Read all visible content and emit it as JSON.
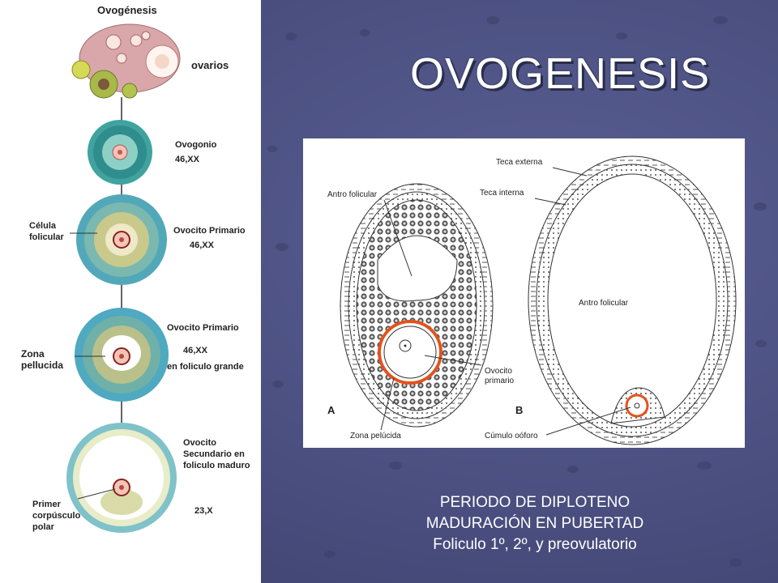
{
  "slide": {
    "title": "OVOGENESIS",
    "caption": [
      "PERIODO DE DIPLOTENO",
      "MADURACIÓN EN PUBERTAD",
      "Foliculo 1º, 2º, y preovulatorio"
    ]
  },
  "left_diagram": {
    "heading": "Ovogénesis",
    "ovary_label": "ovarios",
    "stage1": {
      "name": "Ovogonio",
      "karyotype": "46,XX"
    },
    "stage2": {
      "side": "Célula\nfolicular",
      "name": "Ovocito Primario",
      "karyotype": "46,XX"
    },
    "stage3": {
      "side": "Zona\npellucida",
      "name": "Ovocito Primario",
      "karyotype": "46,XX",
      "extra": "en foliculo grande"
    },
    "stage4": {
      "side": "Primer\ncorpúsculo\npolar",
      "name": "Ovocito\nSecundario en\nfoliculo maduro",
      "karyotype": "23,X"
    }
  },
  "follicle_figure": {
    "labels": {
      "teca_externa": "Teca externa",
      "teca_interna": "Teca interna",
      "antro_a": "Antro folicular",
      "antro_b": "Antro folicular",
      "ovocito": "Ovocito\nprimario",
      "zona": "Zona pelúcida",
      "cumulo": "Cúmulo oóforo",
      "panel_a": "A",
      "panel_b": "B"
    }
  }
}
